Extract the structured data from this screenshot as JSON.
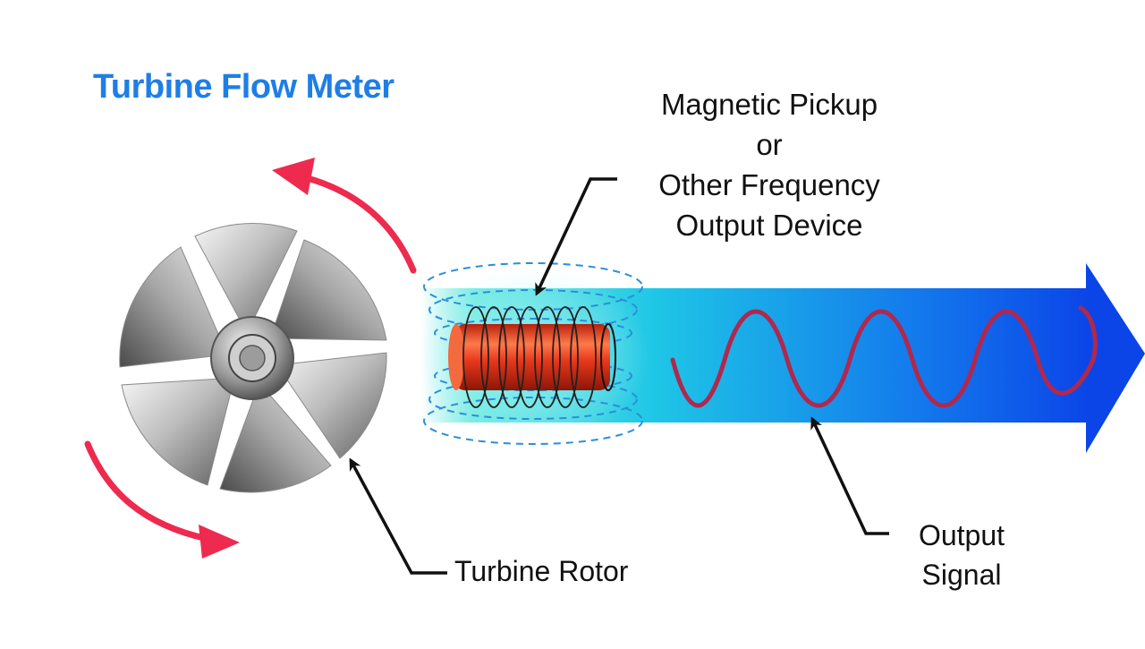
{
  "title": "Turbine Flow Meter",
  "pickup_label": {
    "line1": "Magnetic Pickup",
    "line2": "or",
    "line3": "Other Frequency",
    "line4": "Output Device"
  },
  "rotor_label": "Turbine Rotor",
  "signal_label": {
    "line1": "Output",
    "line2": "Signal"
  },
  "colors": {
    "title": "#1f7ee6",
    "rotation_arrows": "#ee2a4f",
    "coil": "#e8381c",
    "field_lines": "#2a8fd8",
    "signal_wave": "#b0284e",
    "beam_start": "#2ee0d8",
    "beam_end": "#0b45e8",
    "pointer": "#111111"
  },
  "icons": {
    "rotor": "turbine-rotor-icon",
    "coil": "pickup-coil-icon",
    "arrow": "output-arrow-icon"
  }
}
